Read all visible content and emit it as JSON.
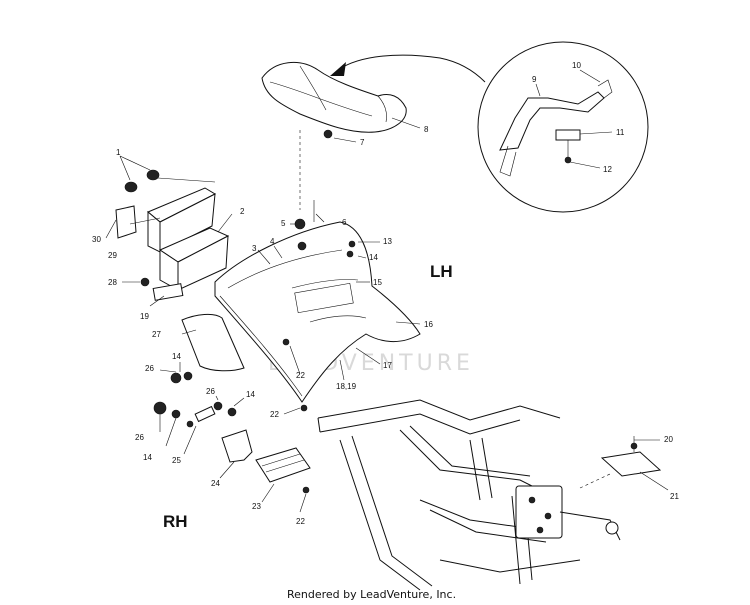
{
  "side_labels": {
    "left": "LH",
    "right": "RH"
  },
  "watermark": "LEADVENTURE",
  "footer": "Rendered by LeadVenture, Inc.",
  "callouts": [
    {
      "id": "c1",
      "text": "1"
    },
    {
      "id": "c2",
      "text": "2"
    },
    {
      "id": "c3",
      "text": "3"
    },
    {
      "id": "c4",
      "text": "4"
    },
    {
      "id": "c5",
      "text": "5"
    },
    {
      "id": "c6",
      "text": "6"
    },
    {
      "id": "c7",
      "text": "7"
    },
    {
      "id": "c8",
      "text": "8"
    },
    {
      "id": "c9",
      "text": "9"
    },
    {
      "id": "c10",
      "text": "10"
    },
    {
      "id": "c11",
      "text": "11"
    },
    {
      "id": "c12",
      "text": "12"
    },
    {
      "id": "c13",
      "text": "13"
    },
    {
      "id": "c14a",
      "text": "14"
    },
    {
      "id": "c15",
      "text": "15"
    },
    {
      "id": "c16",
      "text": "16"
    },
    {
      "id": "c17",
      "text": "17"
    },
    {
      "id": "c1819",
      "text": "18,19"
    },
    {
      "id": "c19",
      "text": "19"
    },
    {
      "id": "c20",
      "text": "20"
    },
    {
      "id": "c21",
      "text": "21"
    },
    {
      "id": "c22a",
      "text": "22"
    },
    {
      "id": "c22b",
      "text": "22"
    },
    {
      "id": "c22c",
      "text": "22"
    },
    {
      "id": "c23",
      "text": "23"
    },
    {
      "id": "c24",
      "text": "24"
    },
    {
      "id": "c25",
      "text": "25"
    },
    {
      "id": "c26a",
      "text": "26"
    },
    {
      "id": "c26b",
      "text": "26"
    },
    {
      "id": "c26c",
      "text": "26"
    },
    {
      "id": "c14b",
      "text": "14"
    },
    {
      "id": "c14c",
      "text": "14"
    },
    {
      "id": "c14d",
      "text": "14"
    },
    {
      "id": "c27",
      "text": "27"
    },
    {
      "id": "c28",
      "text": "28"
    },
    {
      "id": "c29",
      "text": "29"
    },
    {
      "id": "c30",
      "text": "30"
    }
  ]
}
